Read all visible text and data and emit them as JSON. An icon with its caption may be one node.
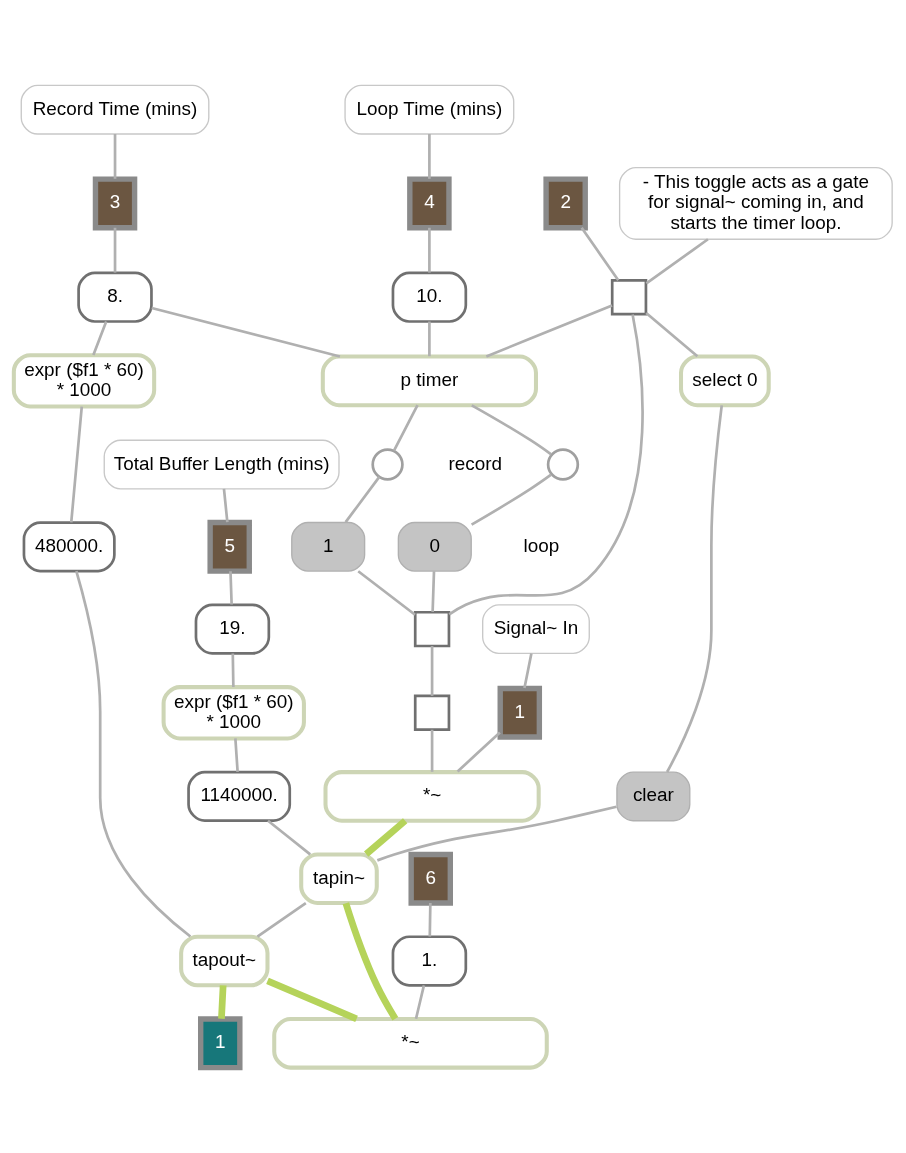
{
  "diagram": {
    "nodes": [
      {
        "text": [
          "Loop Time (mins)"
        ]
      },
      {
        "text": [
          "Record Time (mins)"
        ]
      },
      {
        "text": [
          "2"
        ]
      },
      {
        "text": [
          "3"
        ]
      },
      {
        "text": [
          "4"
        ]
      },
      {
        "text": [
          "- This toggle acts as a gate for signal~ coming in, and starts the timer loop."
        ]
      },
      {
        "text": [],
        "shape": "box"
      },
      {
        "text": [
          "8."
        ]
      },
      {
        "text": [
          "10."
        ]
      },
      {
        "text": [
          "select 0"
        ]
      },
      {
        "text": [
          "p timer"
        ]
      },
      {
        "text": [],
        "shape": "circle"
      },
      {
        "text": [],
        "shape": "circle"
      },
      {
        "text": [
          "1"
        ]
      },
      {
        "text": [
          "0"
        ]
      },
      {
        "text": [
          "Total Buffer Length (mins)"
        ]
      },
      {
        "text": [
          "5"
        ]
      },
      {
        "text": [
          "19."
        ]
      },
      {
        "text": [
          "Signal~ In"
        ]
      },
      {
        "text": [
          "1"
        ]
      },
      {
        "text": [],
        "shape": "box"
      },
      {
        "text": [],
        "shape": "box"
      },
      {
        "text": [
          "expr ($f1 * 60) * 1000"
        ]
      },
      {
        "text": [
          "expr ($f1 * 60) * 1000"
        ]
      },
      {
        "text": [
          "*~"
        ]
      },
      {
        "text": [
          "clear"
        ]
      },
      {
        "text": [
          "480000."
        ]
      },
      {
        "text": [
          "1140000."
        ]
      },
      {
        "text": [
          "tapin~"
        ]
      },
      {
        "text": [
          "6"
        ]
      },
      {
        "text": [
          "tapout~"
        ]
      },
      {
        "text": [
          "1."
        ]
      },
      {
        "text": [
          "1"
        ]
      },
      {
        "text": [
          "*~"
        ]
      }
    ],
    "edges": [
      {
        "from": 0,
        "to": 4,
        "arrow": "none"
      },
      {
        "from": 1,
        "to": 3,
        "arrow": "none"
      },
      {
        "from": 5,
        "to": 6,
        "arrow": "none"
      },
      {
        "from": 15,
        "to": 16,
        "arrow": "none"
      },
      {
        "from": 18,
        "to": 19,
        "arrow": "none"
      },
      {
        "from": 2,
        "to": 6,
        "arrow": "none"
      },
      {
        "from": 3,
        "to": 7,
        "arrow": "none"
      },
      {
        "from": 4,
        "to": 8,
        "arrow": "none"
      },
      {
        "from": 6,
        "to": 10,
        "arrow": "none"
      },
      {
        "from": 6,
        "to": 9,
        "arrow": "none"
      },
      {
        "from": 6,
        "to": 20,
        "arrow": "none"
      },
      {
        "from": 7,
        "to": 10,
        "arrow": "none"
      },
      {
        "from": 7,
        "to": 22,
        "arrow": "none"
      },
      {
        "from": 8,
        "to": 10,
        "arrow": "none"
      },
      {
        "from": 10,
        "to": 11,
        "arrow": "none"
      },
      {
        "from": 10,
        "to": 12,
        "arrow": "none"
      },
      {
        "from": 11,
        "to": 13,
        "arrow": "none"
      },
      {
        "from": 12,
        "to": 14,
        "arrow": "none"
      },
      {
        "from": 13,
        "to": 20,
        "arrow": "none"
      },
      {
        "from": 14,
        "to": 20,
        "arrow": "none"
      },
      {
        "from": 20,
        "to": 21,
        "arrow": "none"
      },
      {
        "from": 21,
        "to": 24,
        "arrow": "none"
      },
      {
        "from": 9,
        "to": 25,
        "arrow": "none"
      },
      {
        "from": 19,
        "to": 24,
        "arrow": "none"
      },
      {
        "from": 16,
        "to": 17,
        "arrow": "none"
      },
      {
        "from": 17,
        "to": 23,
        "arrow": "none"
      },
      {
        "from": 22,
        "to": 26,
        "arrow": "none"
      },
      {
        "from": 23,
        "to": 27,
        "arrow": "none"
      },
      {
        "from": 24,
        "to": 28,
        "arrow": "none",
        "style": "thick",
        "color": "#b5d35a"
      },
      {
        "from": 25,
        "to": 28,
        "arrow": "none"
      },
      {
        "from": 27,
        "to": 28,
        "arrow": "none"
      },
      {
        "from": 26,
        "to": 30,
        "arrow": "none"
      },
      {
        "from": 28,
        "to": 30,
        "arrow": "none"
      },
      {
        "from": 30,
        "to": 32,
        "arrow": "none",
        "style": "thick",
        "color": "#b5d35a"
      },
      {
        "from": 30,
        "to": 33,
        "arrow": "none",
        "style": "thick",
        "color": "#b5d35a"
      },
      {
        "from": 33,
        "to": 28,
        "arrow": "none",
        "style": "thick",
        "color": "#b5d35a"
      },
      {
        "from": 29,
        "to": 31,
        "arrow": "none"
      },
      {
        "from": 31,
        "to": 33,
        "arrow": "none"
      }
    ],
    "labels": [
      "record",
      "loop"
    ]
  }
}
